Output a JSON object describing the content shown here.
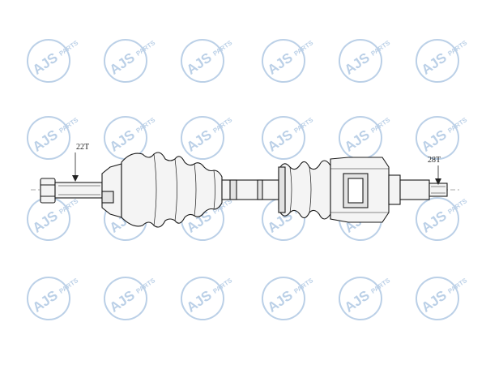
{
  "watermark": {
    "brand": "AJS",
    "word": "PARTS",
    "color": "#2f6fb6"
  },
  "labels": {
    "left_spline": "22T",
    "right_spline": "28T"
  },
  "colors": {
    "line": "#1a1a1a",
    "fill": "#f4f4f4",
    "shade": "#e3e3e3"
  },
  "icons": {
    "watermark_logo": "ajs-parts-logo-icon"
  }
}
